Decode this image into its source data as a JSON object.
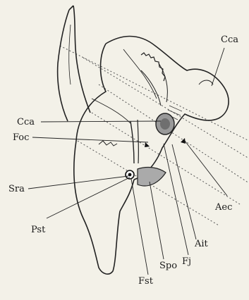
{
  "figure": {
    "labels": {
      "cca_top": "Cca",
      "cca_left": "Cca",
      "foc": "Foc",
      "sra": "Sra",
      "pst": "Pst",
      "aec": "Aec",
      "ait": "Ait",
      "fj": "Fj",
      "spo": "Spo",
      "fst": "Fst"
    },
    "colors": {
      "background": "#f3f1e8",
      "ink": "#1a1a1a"
    }
  }
}
